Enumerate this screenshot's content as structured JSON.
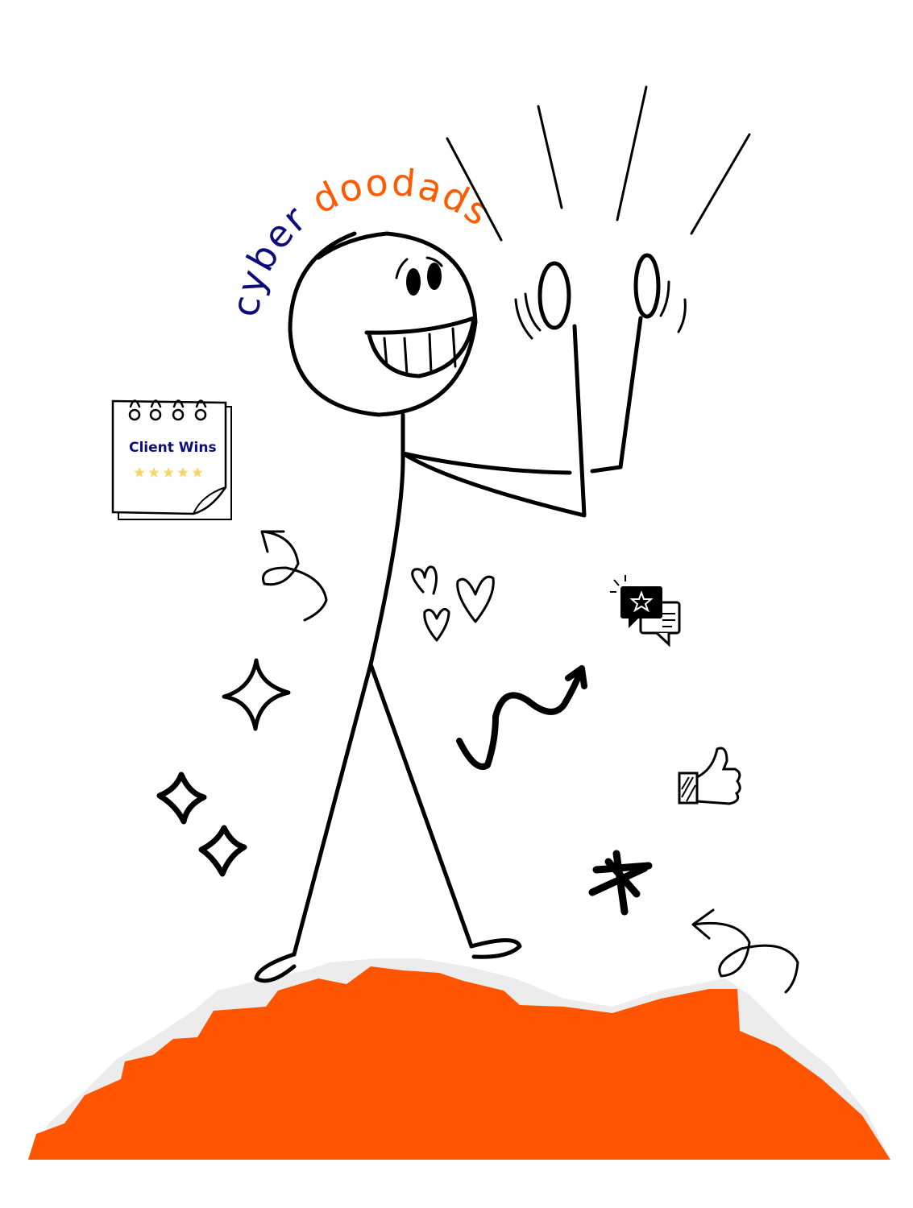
{
  "logo": {
    "word1": "cyber",
    "word2": " doodads",
    "color1": "#0d0d7a",
    "color2": "#ff5a00"
  },
  "notepad": {
    "title": "Client Wins",
    "stars": 5,
    "title_color": "#0d0d7a",
    "star_color": "#f7d66b"
  },
  "ground": {
    "color": "#ff5500",
    "edge_color": "#ececec"
  }
}
